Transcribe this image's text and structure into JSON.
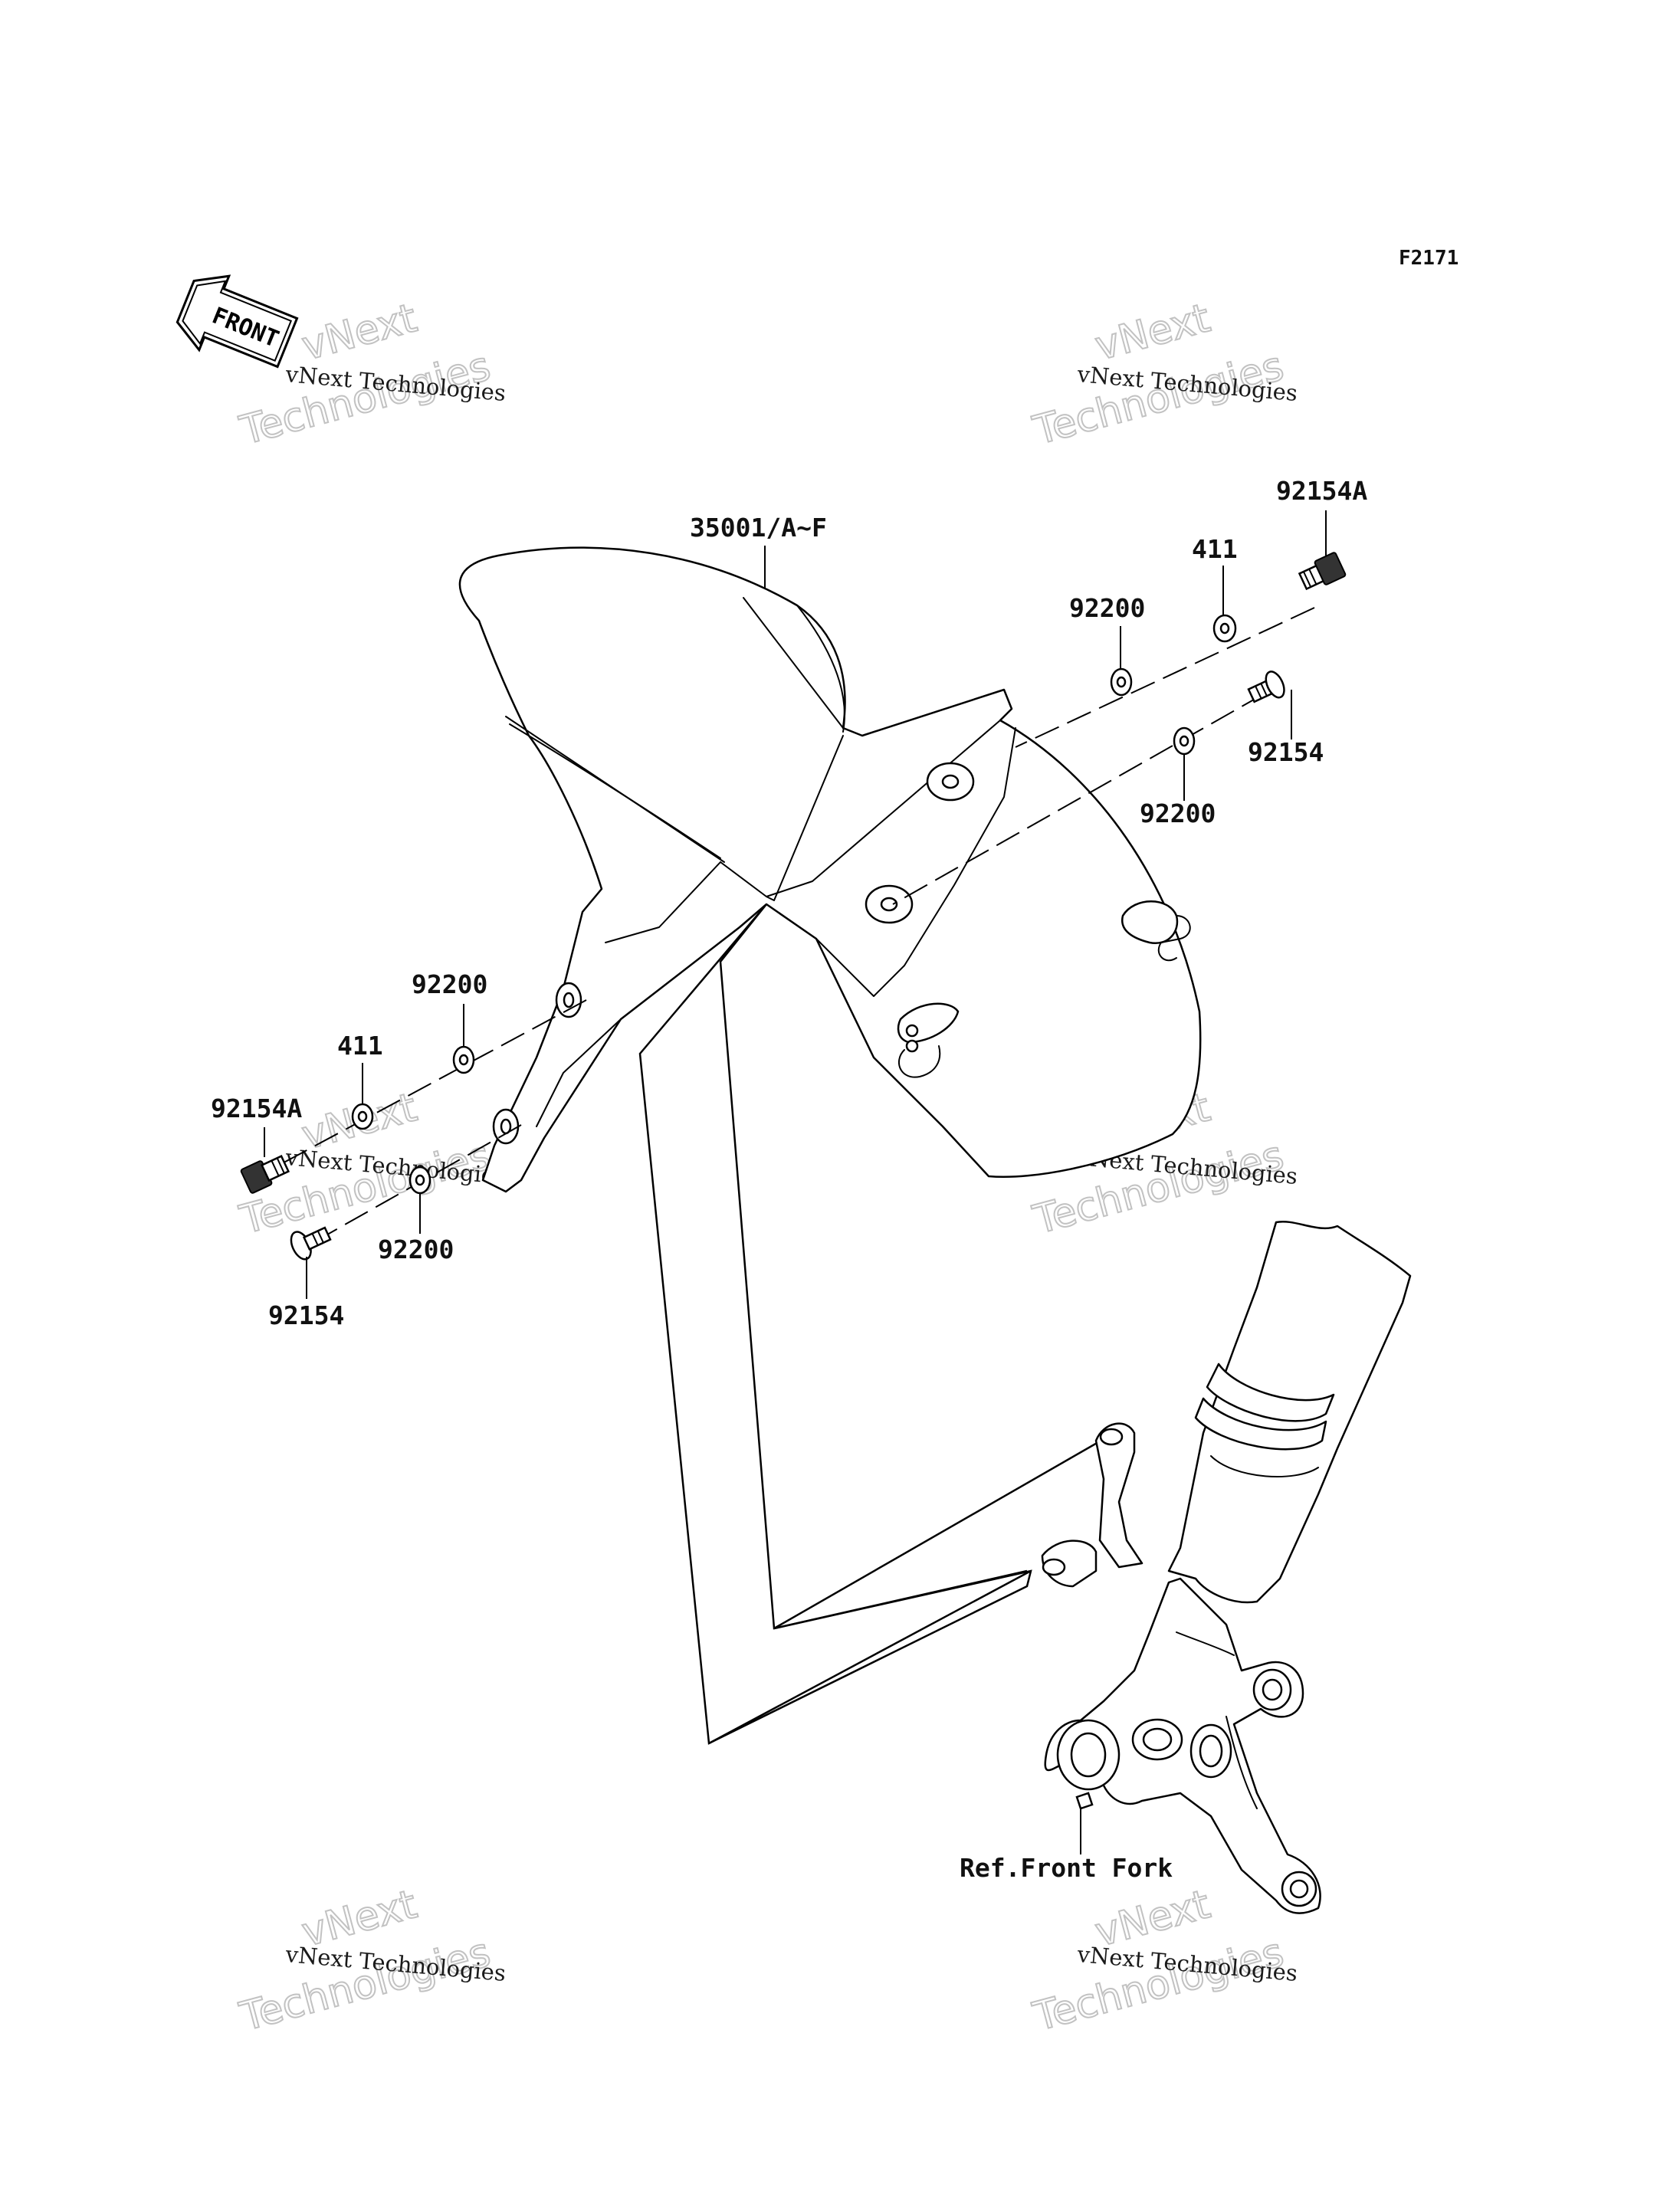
{
  "figure_code": "F2171",
  "direction_marker": "FRONT",
  "watermark": {
    "line1": "vNext Technologies",
    "big_top": "vNext",
    "big_bottom": "Technologies"
  },
  "labels": {
    "fender": "35001/A~F",
    "bolt_a_right": "92154A",
    "collar_right": "411",
    "washer_right_upper": "92200",
    "bolt_right": "92154",
    "washer_right_lower": "92200",
    "washer_left_upper": "92200",
    "collar_left": "411",
    "bolt_a_left": "92154A",
    "washer_left_lower": "92200",
    "bolt_left": "92154",
    "ref_front_fork": "Ref.Front Fork"
  }
}
